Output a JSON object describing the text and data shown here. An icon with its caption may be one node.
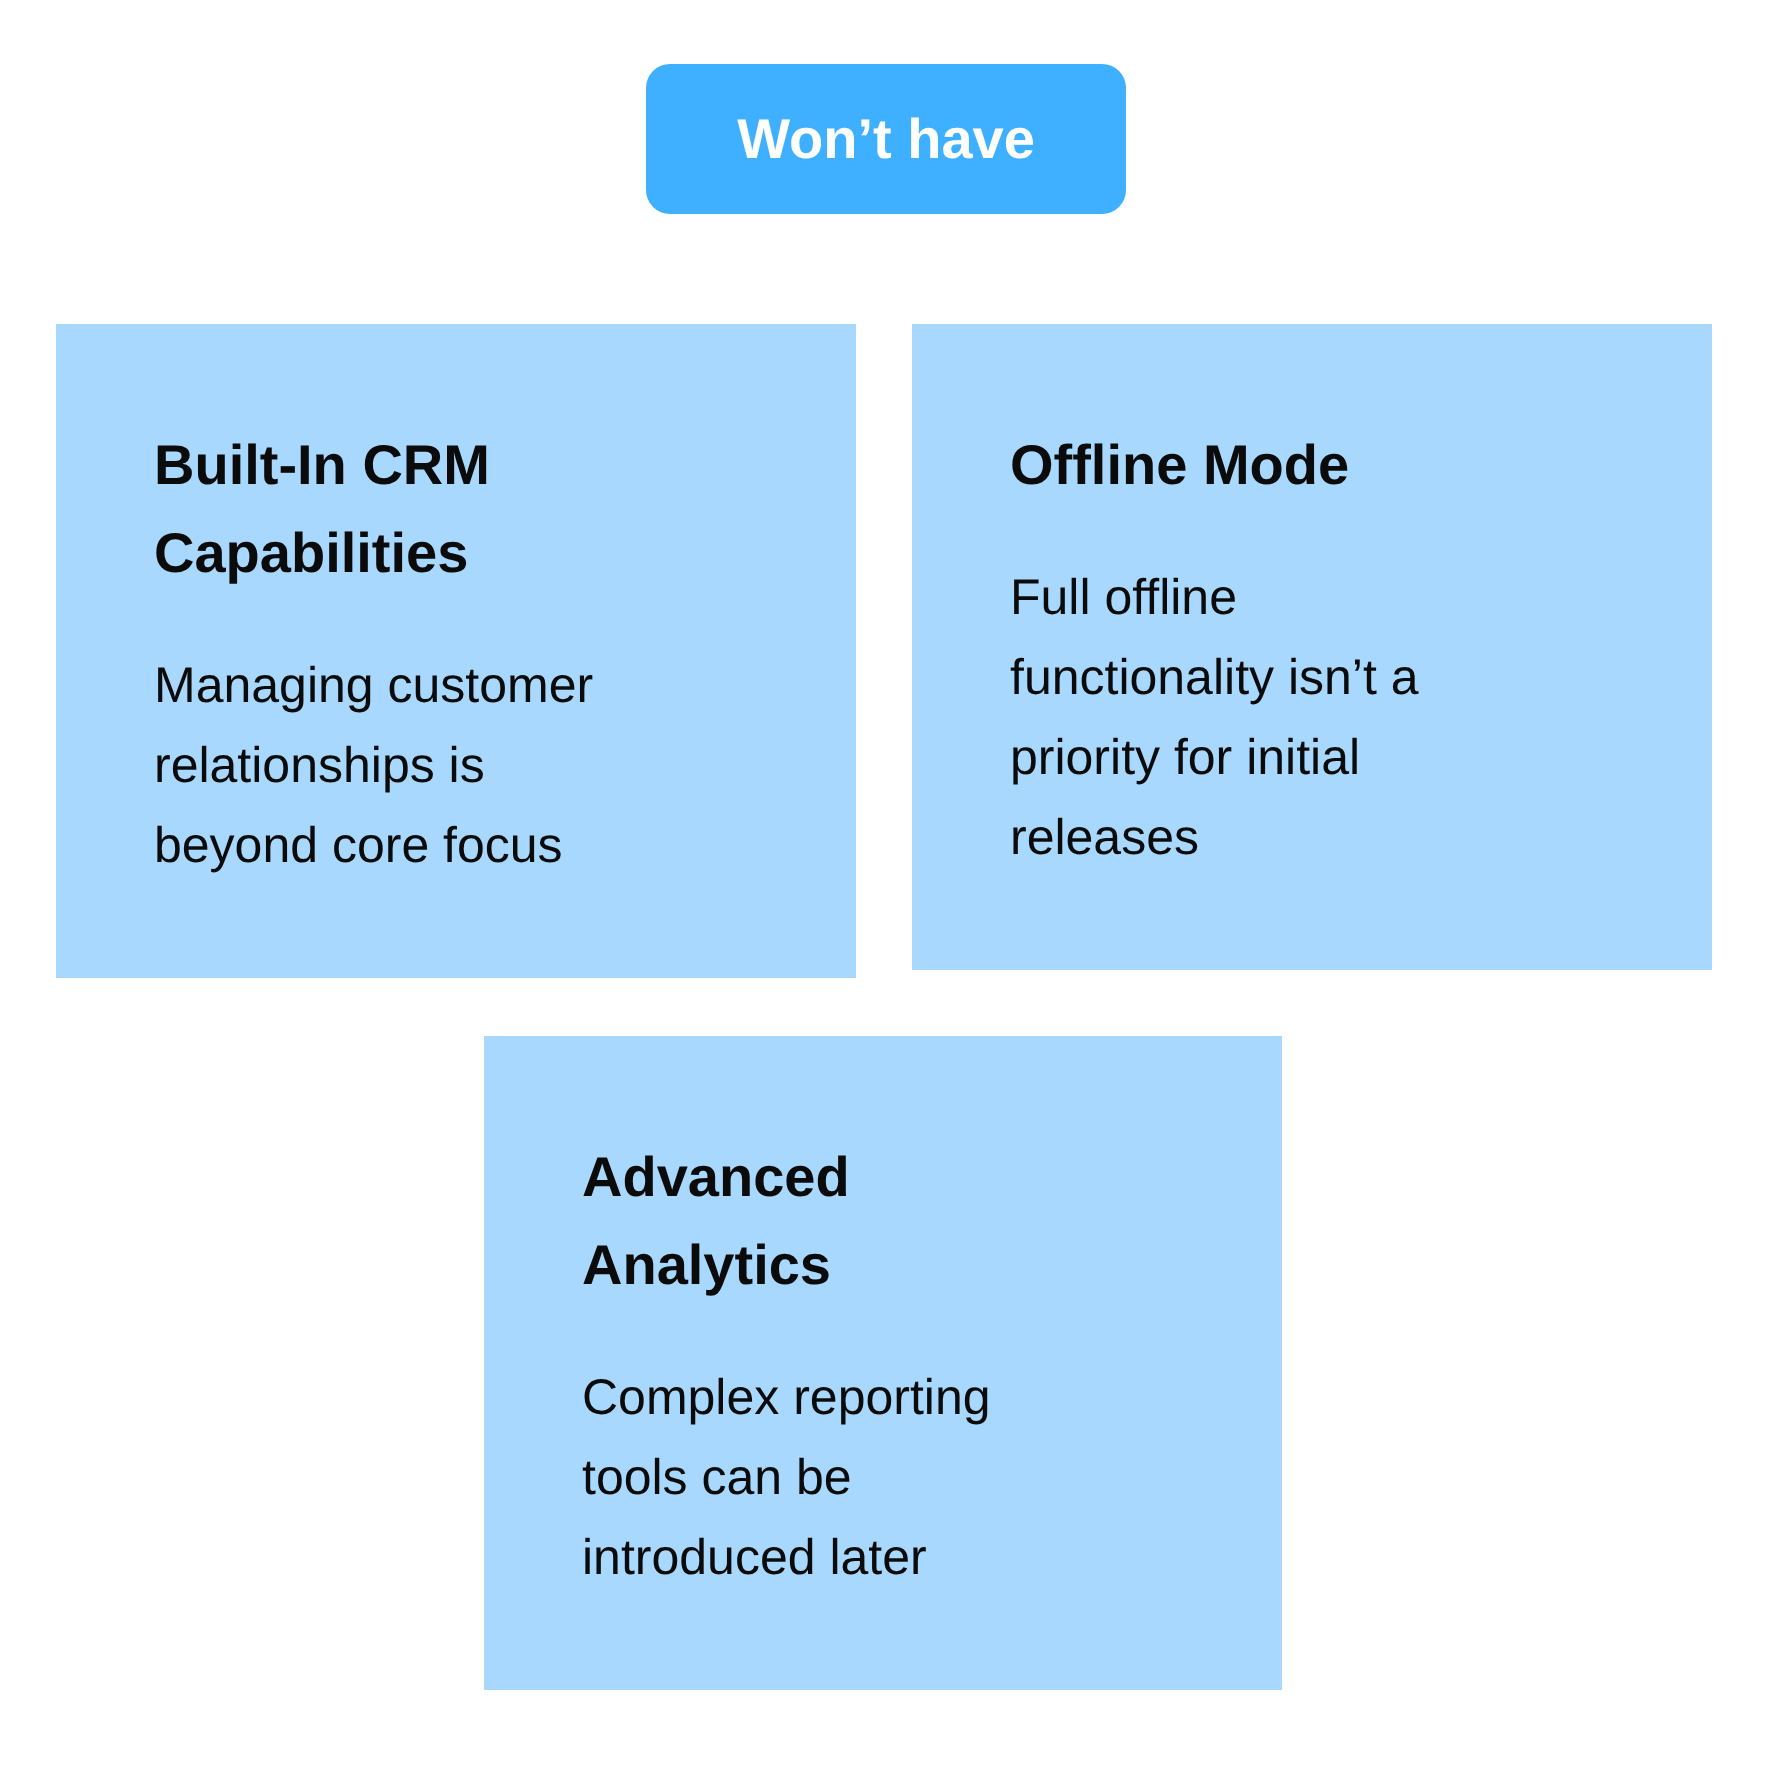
{
  "diagram": {
    "nodes": [
      {
        "text": [
          "Won’t have"
        ]
      },
      {
        "text": [
          "Built-In CRM Capabilities",
          "Managing customer relationships is beyond core focus"
        ]
      },
      {
        "text": [
          "Offline Mode",
          "Full offline functionality isn’t a priority for initial releases"
        ]
      },
      {
        "text": [
          "Advanced Analytics",
          "Complex reporting tools can be introduced later"
        ]
      }
    ]
  }
}
